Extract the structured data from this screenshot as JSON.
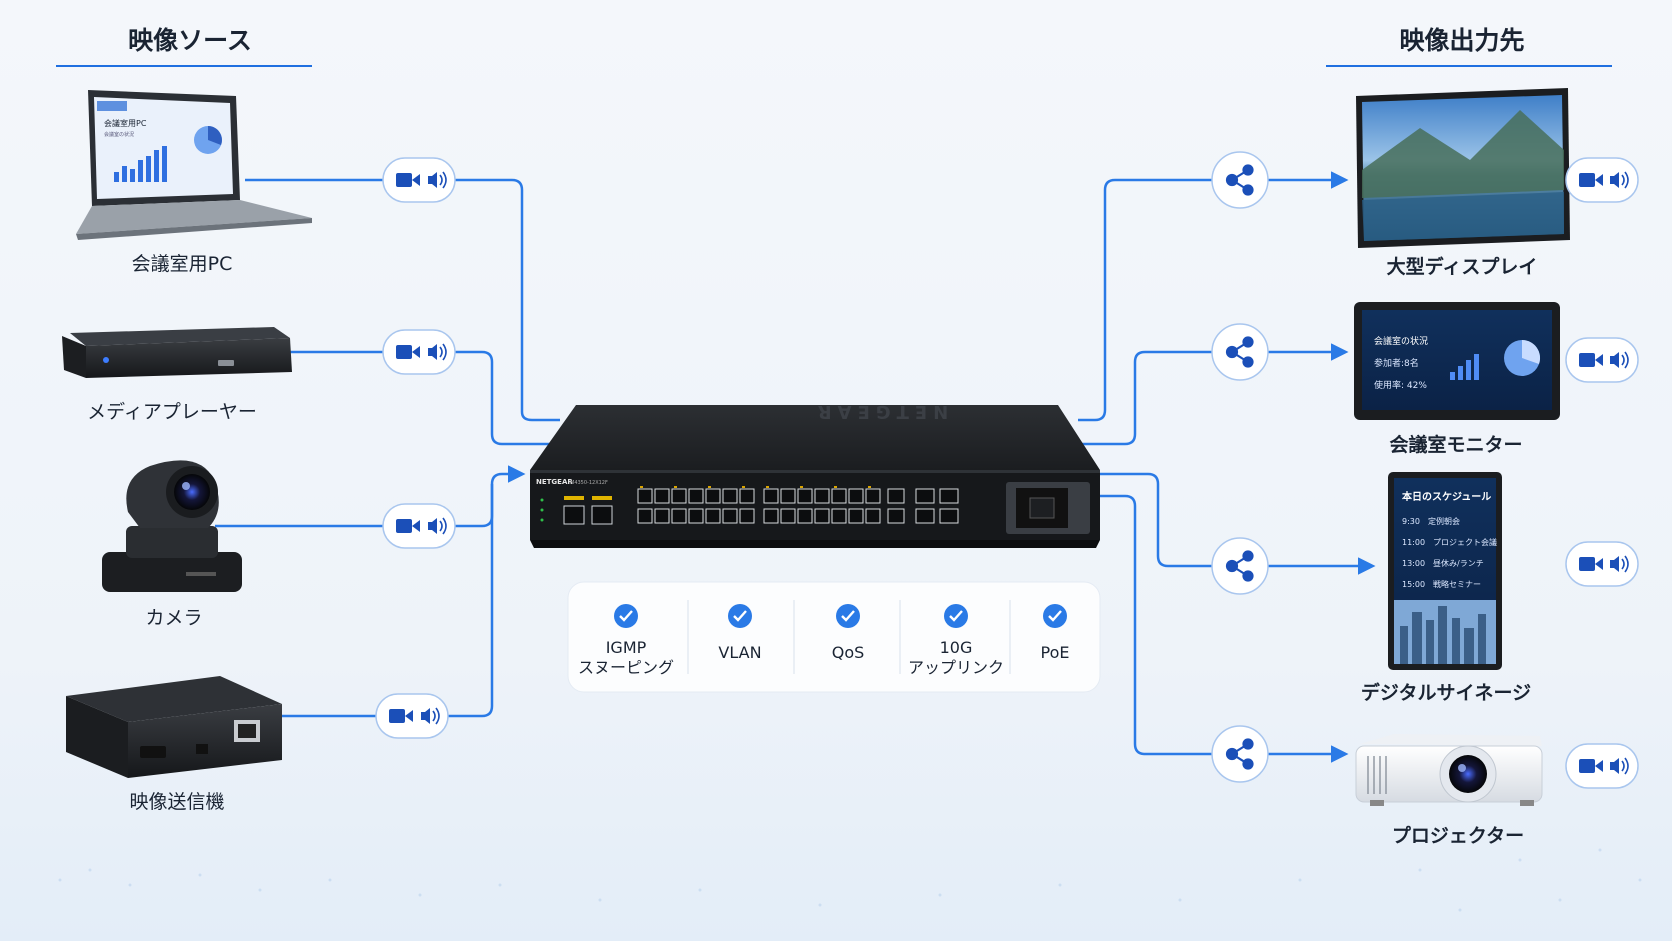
{
  "sources": {
    "heading": "映像ソース",
    "items": [
      {
        "label": "会議室用PC"
      },
      {
        "label": "メディアプレーヤー"
      },
      {
        "label": "カメラ"
      },
      {
        "label": "映像送信機"
      }
    ]
  },
  "destinations": {
    "heading": "映像出力先",
    "items": [
      {
        "label": "大型ディスプレイ"
      },
      {
        "label": "会議室モニター"
      },
      {
        "label": "デジタルサイネージ"
      },
      {
        "label": "プロジェクター"
      }
    ]
  },
  "laptop_screen": {
    "title": "会議室用PC",
    "subtitle": "会議室の状況"
  },
  "monitor_screen": {
    "title": "会議室の状況",
    "line1": "参加者:8名",
    "line2": "使用率: 42%"
  },
  "signage_screen": {
    "title": "本日のスケジュール",
    "rows": [
      "9:30　定例朝会",
      "11:00　プロジェクト会議",
      "13:00　昼休み/ランチ",
      "15:00　戦略セミナー"
    ]
  },
  "switch": {
    "brand": "NETGEAR",
    "top_logo": "NETGEAR",
    "model": "M4350-12X12F"
  },
  "features": [
    {
      "line1": "IGMP",
      "line2": "スヌーピング"
    },
    {
      "line1": "VLAN",
      "line2": ""
    },
    {
      "line1": "QoS",
      "line2": ""
    },
    {
      "line1": "10G",
      "line2": "アップリンク"
    },
    {
      "line1": "PoE",
      "line2": ""
    }
  ],
  "colors": {
    "accent": "#1f6fe0",
    "line": "#2a7ae6",
    "icon": "#1b4fb8",
    "text": "#1a2433"
  },
  "icons": {
    "stream": [
      "camera-icon",
      "speaker-icon"
    ],
    "multicast": "share-icon",
    "feature": "check-icon"
  }
}
